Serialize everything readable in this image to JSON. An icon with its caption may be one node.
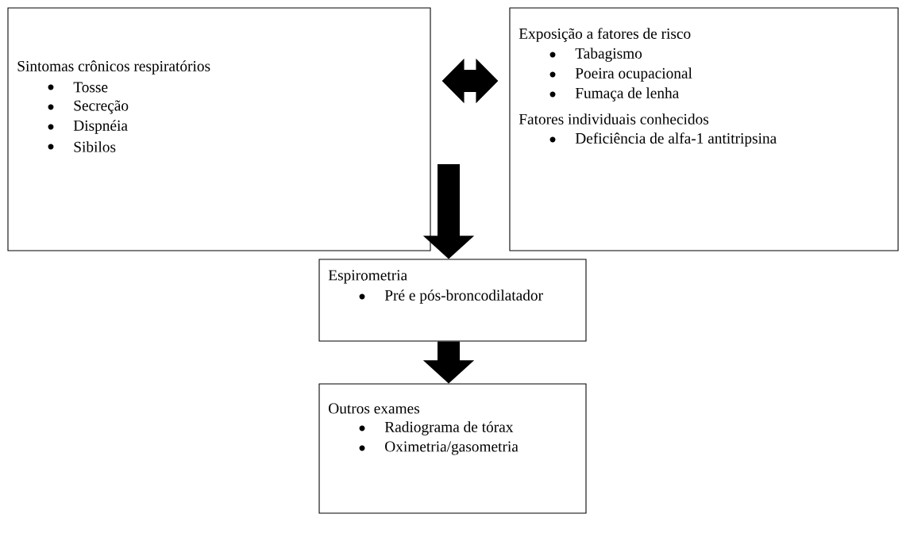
{
  "diagram": {
    "nodes": [
      {
        "text": [
          "Sintomas crônicos respiratórios",
          "Tosse",
          "Secreção",
          "Dispnéia",
          "Sibilos"
        ]
      },
      {
        "text": [
          "Exposição a fatores de risco",
          "Tabagismo",
          "Poeira ocupacional",
          "Fumaça de lenha",
          "Fatores individuais conhecidos",
          "Deficiência de alfa-1 antitripsina"
        ]
      },
      {
        "text": [
          "Espirometria",
          "Pré e pós-broncodilatador"
        ]
      },
      {
        "text": [
          "Outros exames",
          "Radiograma de tórax",
          "Oximetria/gasometria"
        ]
      }
    ],
    "edges": [
      {
        "from": 0,
        "to": 1,
        "arrow": "both"
      },
      {
        "from": null,
        "to": 2,
        "arrow": "to"
      },
      {
        "from": 2,
        "to": 3,
        "arrow": "to"
      }
    ]
  }
}
